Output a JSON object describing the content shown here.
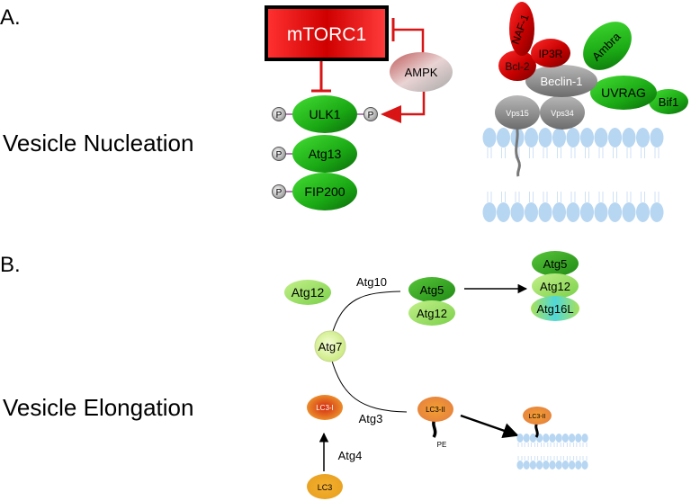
{
  "panelA": {
    "letter": "A.",
    "section_label": "Vesicle Nucleation",
    "mtorc1": "mTORC1",
    "ampk": "AMPK",
    "ulk_complex": {
      "ulk1": "ULK1",
      "atg13": "Atg13",
      "fip200": "FIP200",
      "phospho": "P"
    },
    "beclin_complex": {
      "naf1": "NAF-1",
      "ip3r": "IP3R",
      "bcl2": "Bcl-2",
      "ambra": "Ambra",
      "beclin1": "Beclin-1",
      "uvrag": "UVRAG",
      "bif1": "Bif1",
      "vps15": "Vps15",
      "vps34": "Vps34"
    }
  },
  "panelB": {
    "letter": "B.",
    "section_label": "Vesicle Elongation",
    "atg12_free": "Atg12",
    "atg10": "Atg10",
    "atg5": "Atg5",
    "atg12_conj": "Atg12",
    "atg7": "Atg7",
    "final_atg5": "Atg5",
    "final_atg12": "Atg12",
    "final_atg16l": "Atg16L",
    "lc3i": "LC3-I",
    "atg3": "Atg3",
    "lc3ii": "LC3-II",
    "pe": "PE",
    "lc3ii_membrane": "LC3-II",
    "atg4": "Atg4",
    "lc3": "LC3"
  },
  "colors": {
    "red": "#d81414",
    "green": "#22b01e",
    "light_green": "#9de06a",
    "yellow_green": "#d9f28a",
    "orange": "#f0a030",
    "grey": "#8a8a8a",
    "membrane_blue": "#b7d6f2"
  }
}
